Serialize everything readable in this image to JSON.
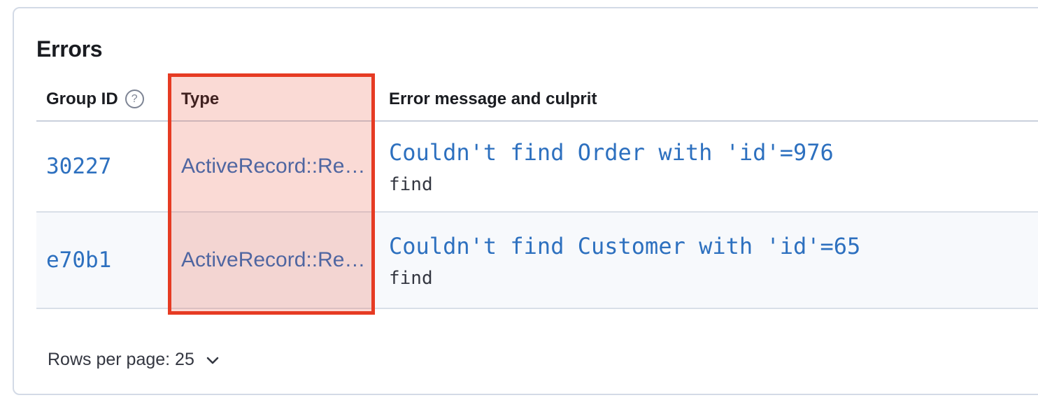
{
  "panel": {
    "title": "Errors"
  },
  "table": {
    "columns": [
      {
        "label": "Group ID",
        "has_help_icon": true
      },
      {
        "label": "Type",
        "highlighted": true
      },
      {
        "label": "Error message and culprit"
      }
    ],
    "rows": [
      {
        "group_id": "30227",
        "type": "ActiveRecord::Re…",
        "message": "Couldn't find Order with 'id'=976",
        "culprit": "find"
      },
      {
        "group_id": "e70b1",
        "type": "ActiveRecord::Re…",
        "message": "Couldn't find Customer with 'id'=65",
        "culprit": "find"
      }
    ]
  },
  "pagination": {
    "rows_per_page_label": "Rows per page: 25"
  },
  "icons": {
    "help_glyph": "?",
    "chevron": "chevron-down"
  },
  "annotation": {
    "target_column": "Type",
    "border_color": "#e63b23",
    "fill_color": "rgba(226,56,32,0.19)"
  },
  "colors": {
    "link_blue": "#2d70bf",
    "heading_text": "#1a1c21",
    "body_text": "#343741",
    "divider": "#d3dae6",
    "stripe_row": "#f7f9fc",
    "panel_border": "#d3dae6"
  }
}
